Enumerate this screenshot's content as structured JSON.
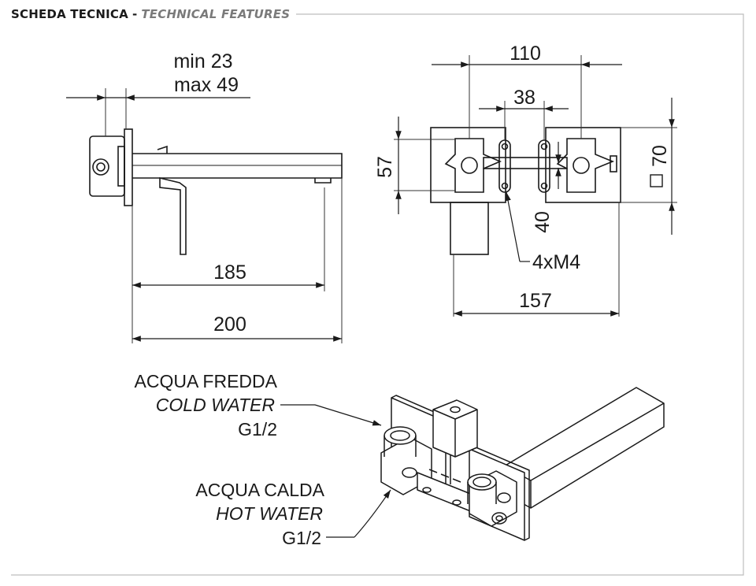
{
  "header": {
    "title_it": "SCHEDA TECNICA",
    "separator": "-",
    "title_en": "TECHNICAL FEATURES"
  },
  "side_view": {
    "depth_min": "min 23",
    "depth_max": "max 49",
    "spout_length": "185",
    "total_length": "200"
  },
  "front_view": {
    "width_top": "110",
    "center_distance": "38",
    "height_left": "57",
    "plate_size": "70",
    "offset_vertical": "40",
    "screws": "4xM4",
    "width_bottom": "157"
  },
  "iso_view": {
    "cold": {
      "it": "ACQUA FREDDA",
      "en": "COLD WATER",
      "size": "G1/2"
    },
    "hot": {
      "it": "ACQUA CALDA",
      "en": "HOT WATER",
      "size": "G1/2"
    }
  }
}
